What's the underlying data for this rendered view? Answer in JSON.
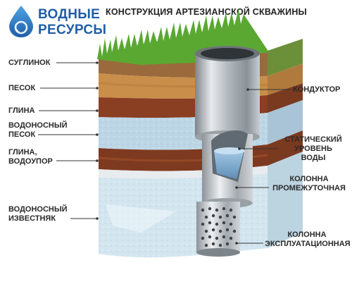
{
  "logo": {
    "line1": "ВОДНЫЕ",
    "line2": "РЕСУРСЫ"
  },
  "title": "КОНСТРУКЦИЯ АРТЕЗИАНСКОЙ СКВАЖИНЫ",
  "labels_left": {
    "loam": "СУГЛИНОК",
    "sand": "ПЕСОК",
    "clay": "ГЛИНА",
    "aquifer_sand_1": "ВОДОНОСНЫЙ",
    "aquifer_sand_2": "ПЕСОК",
    "aquiclude_1": "ГЛИНА,",
    "aquiclude_2": "ВОДОУПОР",
    "limestone_1": "ВОДОНОСНЫЙ",
    "limestone_2": "ИЗВЕСТНЯК"
  },
  "labels_right": {
    "conductor": "КОНДУКТОР",
    "static_1": "СТАТИЧЕСКИЙ",
    "static_2": "УРОВЕНЬ",
    "static_3": "ВОДЫ",
    "intermediate_1": "КОЛОННА",
    "intermediate_2": "ПРОМЕЖУТОЧНАЯ",
    "production_1": "КОЛОННА",
    "production_2": "ЭКСПЛУАТАЦИОННАЯ"
  },
  "colors": {
    "brand_blue": "#1f5ea8",
    "grass": "#4e9a2c",
    "sand": "#c98e4a",
    "clay": "#8a3e22",
    "aquifer": "#bcd6e6",
    "limestone": "#d3e6f0",
    "steel": "#b9bec3"
  }
}
